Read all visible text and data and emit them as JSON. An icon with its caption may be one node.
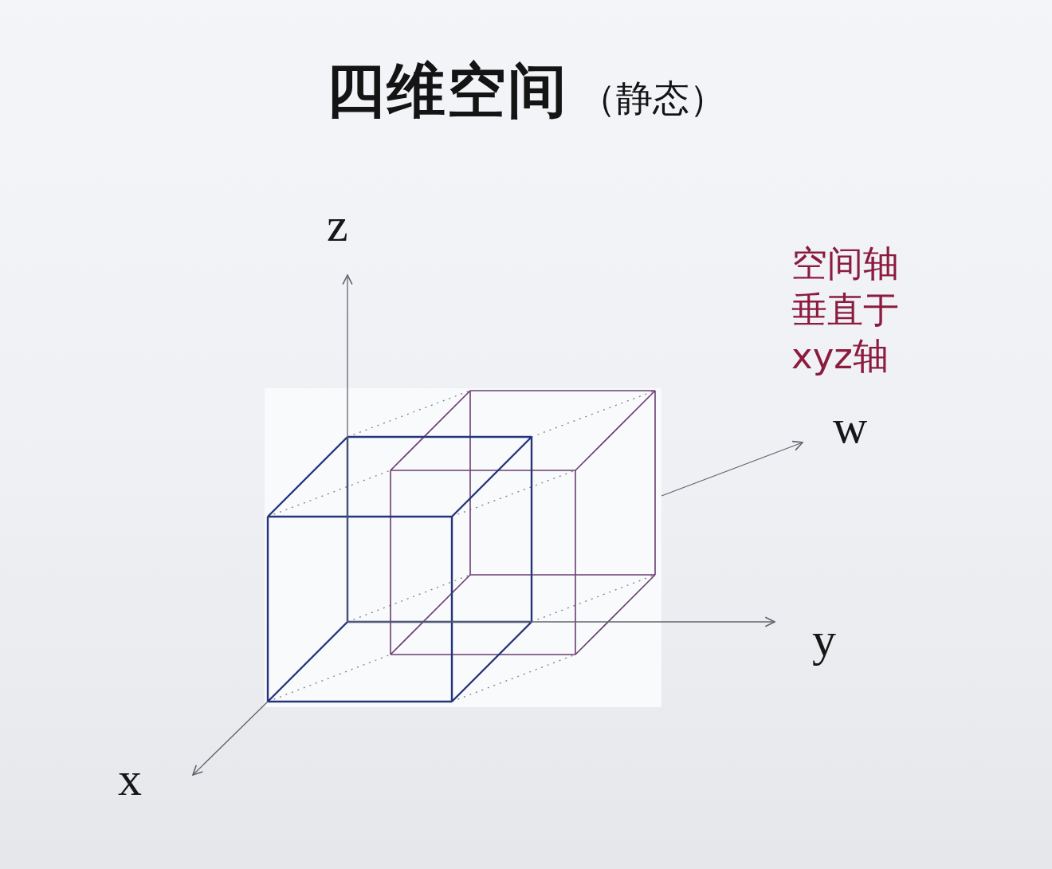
{
  "diagram": {
    "title": "**四维空间** （静态）",
    "labels": [
      "z",
      "空间轴垂直于xyz轴",
      "w",
      "y",
      "x"
    ]
  }
}
